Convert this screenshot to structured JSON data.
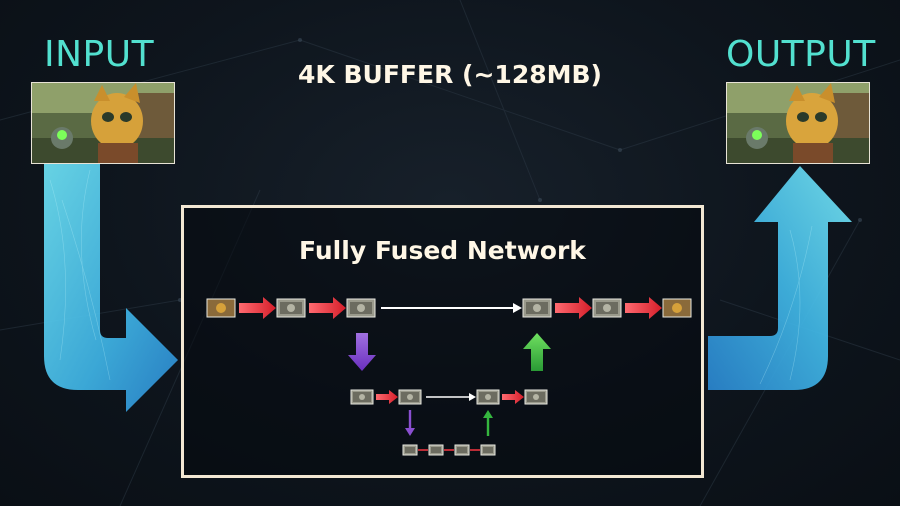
{
  "slide": {
    "input_label": "INPUT",
    "output_label": "OUTPUT",
    "buffer_title": "4K BUFFER (~128MB)",
    "network_title": "Fully Fused Network"
  },
  "colors": {
    "io_label": "#52e0cf",
    "title": "#fff7e6",
    "box_border": "#f2e7d3",
    "arrow_cyan": "#5fd4ef",
    "red_arrow": "#e8343e",
    "purple_arrow": "#8a4fd0",
    "green_arrow": "#35b63f",
    "white_arrow": "#ffffff"
  },
  "icons": {
    "character_thumbnail": "game-character-image",
    "feature_map": "feature-map-tile",
    "big_arrow_in": "curved-arrow-down-right",
    "big_arrow_out": "curved-arrow-up"
  }
}
